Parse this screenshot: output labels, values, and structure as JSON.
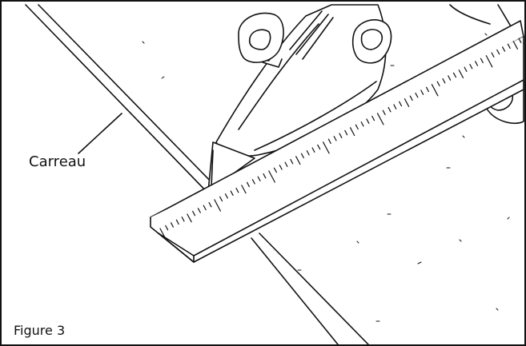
{
  "labels": {
    "callout": "Carreau",
    "figure": "Figure 3"
  },
  "colors": {
    "line": "#111111",
    "background": "#ffffff"
  },
  "ruler": {
    "tick_count": 66
  }
}
